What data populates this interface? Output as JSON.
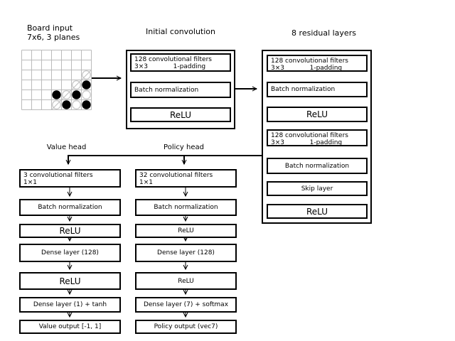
{
  "colors": {
    "ink": "#000000",
    "grid_line": "#bbbbbb",
    "ghost_piece": "#c4c4c4",
    "white_piece_stroke": "#c9c9c9",
    "black_piece": "#000000"
  },
  "board": {
    "label_line1": "Board input",
    "label_line2": "7x6, 3 planes",
    "cols": 7,
    "rows": 6,
    "cell": 14,
    "pieces": [
      {
        "col": 6,
        "row": 2,
        "type": "ghost"
      },
      {
        "col": 5,
        "row": 3,
        "type": "ghost"
      },
      {
        "col": 6,
        "row": 3,
        "type": "black"
      },
      {
        "col": 3,
        "row": 4,
        "type": "black"
      },
      {
        "col": 4,
        "row": 4,
        "type": "ghost"
      },
      {
        "col": 5,
        "row": 4,
        "type": "black"
      },
      {
        "col": 6,
        "row": 4,
        "type": "white"
      },
      {
        "col": 3,
        "row": 5,
        "type": "ghost"
      },
      {
        "col": 4,
        "row": 5,
        "type": "black"
      },
      {
        "col": 5,
        "row": 5,
        "type": "white"
      },
      {
        "col": 6,
        "row": 5,
        "type": "black"
      }
    ]
  },
  "initial_convolution": {
    "title": "Initial convolution",
    "conv_line1": "128 convolutional filters",
    "conv_kernel": "3×3",
    "conv_padding": "1-padding",
    "bn": "Batch normalization",
    "relu": "ReLU"
  },
  "residual": {
    "title": "8 residual layers",
    "conv1_line1": "128 convolutional filters",
    "conv1_kernel": "3×3",
    "conv1_padding": "1-padding",
    "bn1": "Batch normalization",
    "relu1": "ReLU",
    "conv2_line1": "128 convolutional filters",
    "conv2_kernel": "3×3",
    "conv2_padding": "1-padding",
    "bn2": "Batch normalization",
    "skip": "Skip layer",
    "relu2": "ReLU"
  },
  "value_head": {
    "title": "Value head",
    "conv_line1": "3 convolutional filters",
    "conv_line2": "1×1",
    "bn": "Batch normalization",
    "relu1": "ReLU",
    "dense1": "Dense layer (128)",
    "relu2": "ReLU",
    "dense2": "Dense layer (1) + tanh",
    "output": "Value output [-1, 1]"
  },
  "policy_head": {
    "title": "Policy head",
    "conv_line1": "32 convolutional filters",
    "conv_line2": "1×1",
    "bn": "Batch normalization",
    "relu1": "ReLU",
    "dense1": "Dense layer (128)",
    "relu2": "ReLU",
    "dense2": "Dense layer (7) + softmax",
    "output": "Policy output (vec7)"
  }
}
